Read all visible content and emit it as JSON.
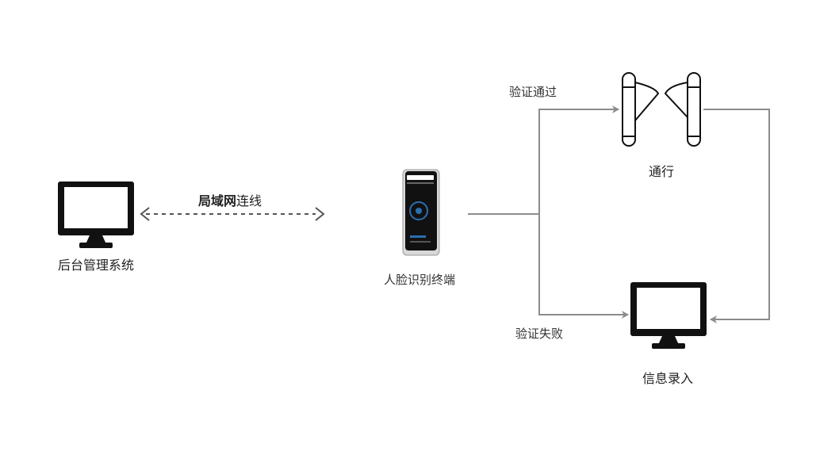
{
  "nodes": {
    "backend": {
      "label": "后台管理系统"
    },
    "terminal": {
      "label": "人脸识别终端"
    },
    "gate": {
      "label": "通行"
    },
    "enroll": {
      "label": "信息录入"
    }
  },
  "edges": {
    "lan": {
      "label_bold": "局域网",
      "label_rest": "连线"
    },
    "pass": {
      "label": "验证通过"
    },
    "fail": {
      "label": "验证失败"
    }
  },
  "colors": {
    "icon": "#111111",
    "connector": "#8c8c8c",
    "dashed": "#555555",
    "screen_accent": "#2a6fb0"
  }
}
